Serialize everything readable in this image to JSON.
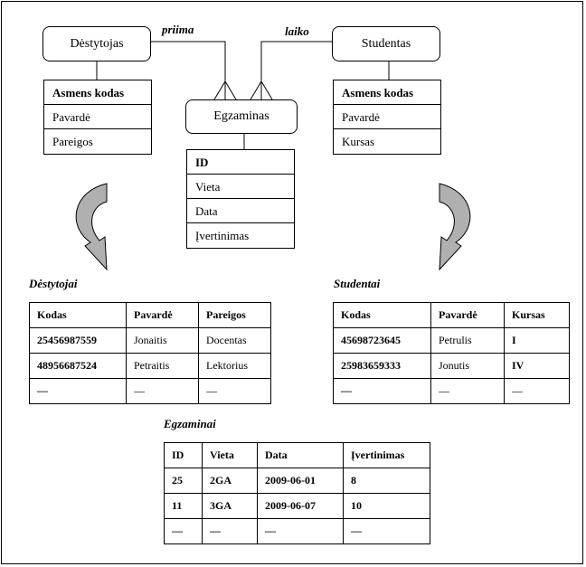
{
  "entities": {
    "destytojas": {
      "name": "Dėstytojas",
      "attrs": [
        "Asmens kodas",
        "Pavardė",
        "Pareigos"
      ]
    },
    "studentas": {
      "name": "Studentas",
      "attrs": [
        "Asmens kodas",
        "Pavardė",
        "Kursas"
      ]
    },
    "egzaminas": {
      "name": "Egzaminas",
      "attrs": [
        "ID",
        "Vieta",
        "Data",
        "Įvertinimas"
      ]
    }
  },
  "relations": {
    "left": "priima",
    "right": "laiko"
  },
  "tables": {
    "destytojai": {
      "caption": "Dėstytojai",
      "headers": [
        "Kodas",
        "Pavardė",
        "Pareigos"
      ],
      "rows": [
        [
          "25456987559",
          "Jonaitis",
          "Docentas"
        ],
        [
          "48956687524",
          "Petraitis",
          "Lektorius"
        ],
        [
          "—",
          "—",
          "—"
        ]
      ]
    },
    "studentai": {
      "caption": "Studentai",
      "headers": [
        "Kodas",
        "Pavardė",
        "Kursas"
      ],
      "rows": [
        [
          "45698723645",
          "Petrulis",
          "I"
        ],
        [
          "25983659333",
          "Jonutis",
          "IV"
        ],
        [
          "—",
          "—",
          "—"
        ]
      ]
    },
    "egzaminai": {
      "caption": "Egzaminai",
      "headers": [
        "ID",
        "Vieta",
        "Data",
        "Įvertinimas"
      ],
      "rows": [
        [
          "25",
          "2GA",
          "2009-06-01",
          "8"
        ],
        [
          "11",
          "3GA",
          "2009-06-07",
          "10"
        ],
        [
          "—",
          "—",
          "—",
          "—"
        ]
      ]
    }
  }
}
